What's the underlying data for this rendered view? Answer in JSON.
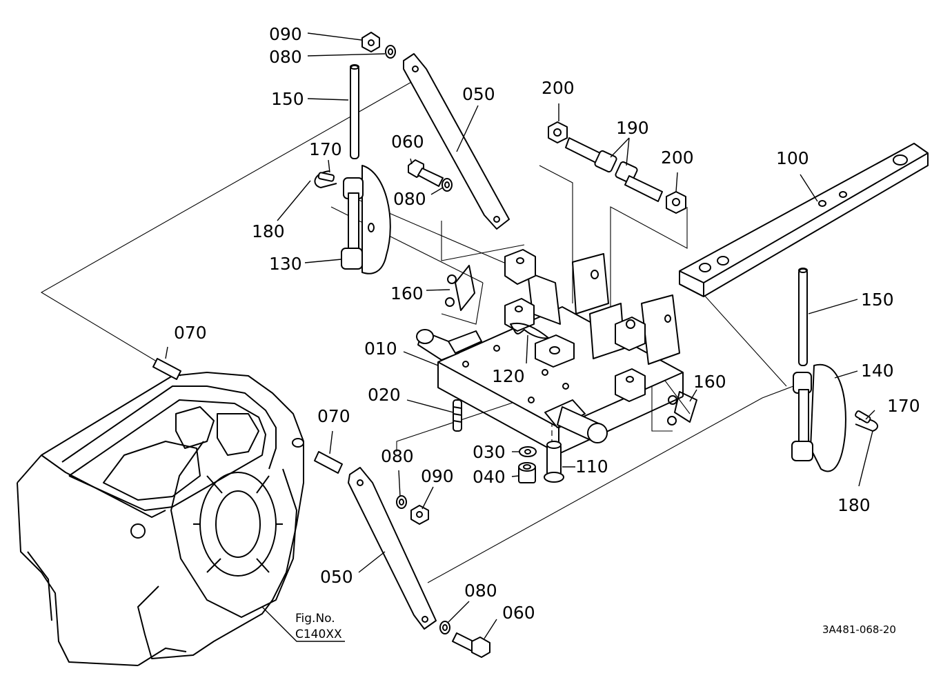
{
  "diagram": {
    "part_labels": {
      "p090_top": "090",
      "p080_top": "080",
      "p150_left": "150",
      "p050_top": "050",
      "p200_top": "200",
      "p190": "190",
      "p200_right": "200",
      "p100": "100",
      "p170_left": "170",
      "p060_top": "060",
      "p080_mid": "080",
      "p180_left": "180",
      "p130": "130",
      "p160_left": "160",
      "p150_right": "150",
      "p070_left": "070",
      "p010": "010",
      "p120": "120",
      "p140": "140",
      "p160_right": "160",
      "p170_right": "170",
      "p020": "020",
      "p070_mid": "070",
      "p080_low": "080",
      "p090_low": "090",
      "p030": "030",
      "p040": "040",
      "p110": "110",
      "p180_right": "180",
      "p050_low": "050",
      "p080_bottom": "080",
      "p060_bottom": "060"
    },
    "fig_ref_label": "Fig.No.",
    "fig_ref_code": "C140XX",
    "drawing_code": "3A481-068-20"
  }
}
